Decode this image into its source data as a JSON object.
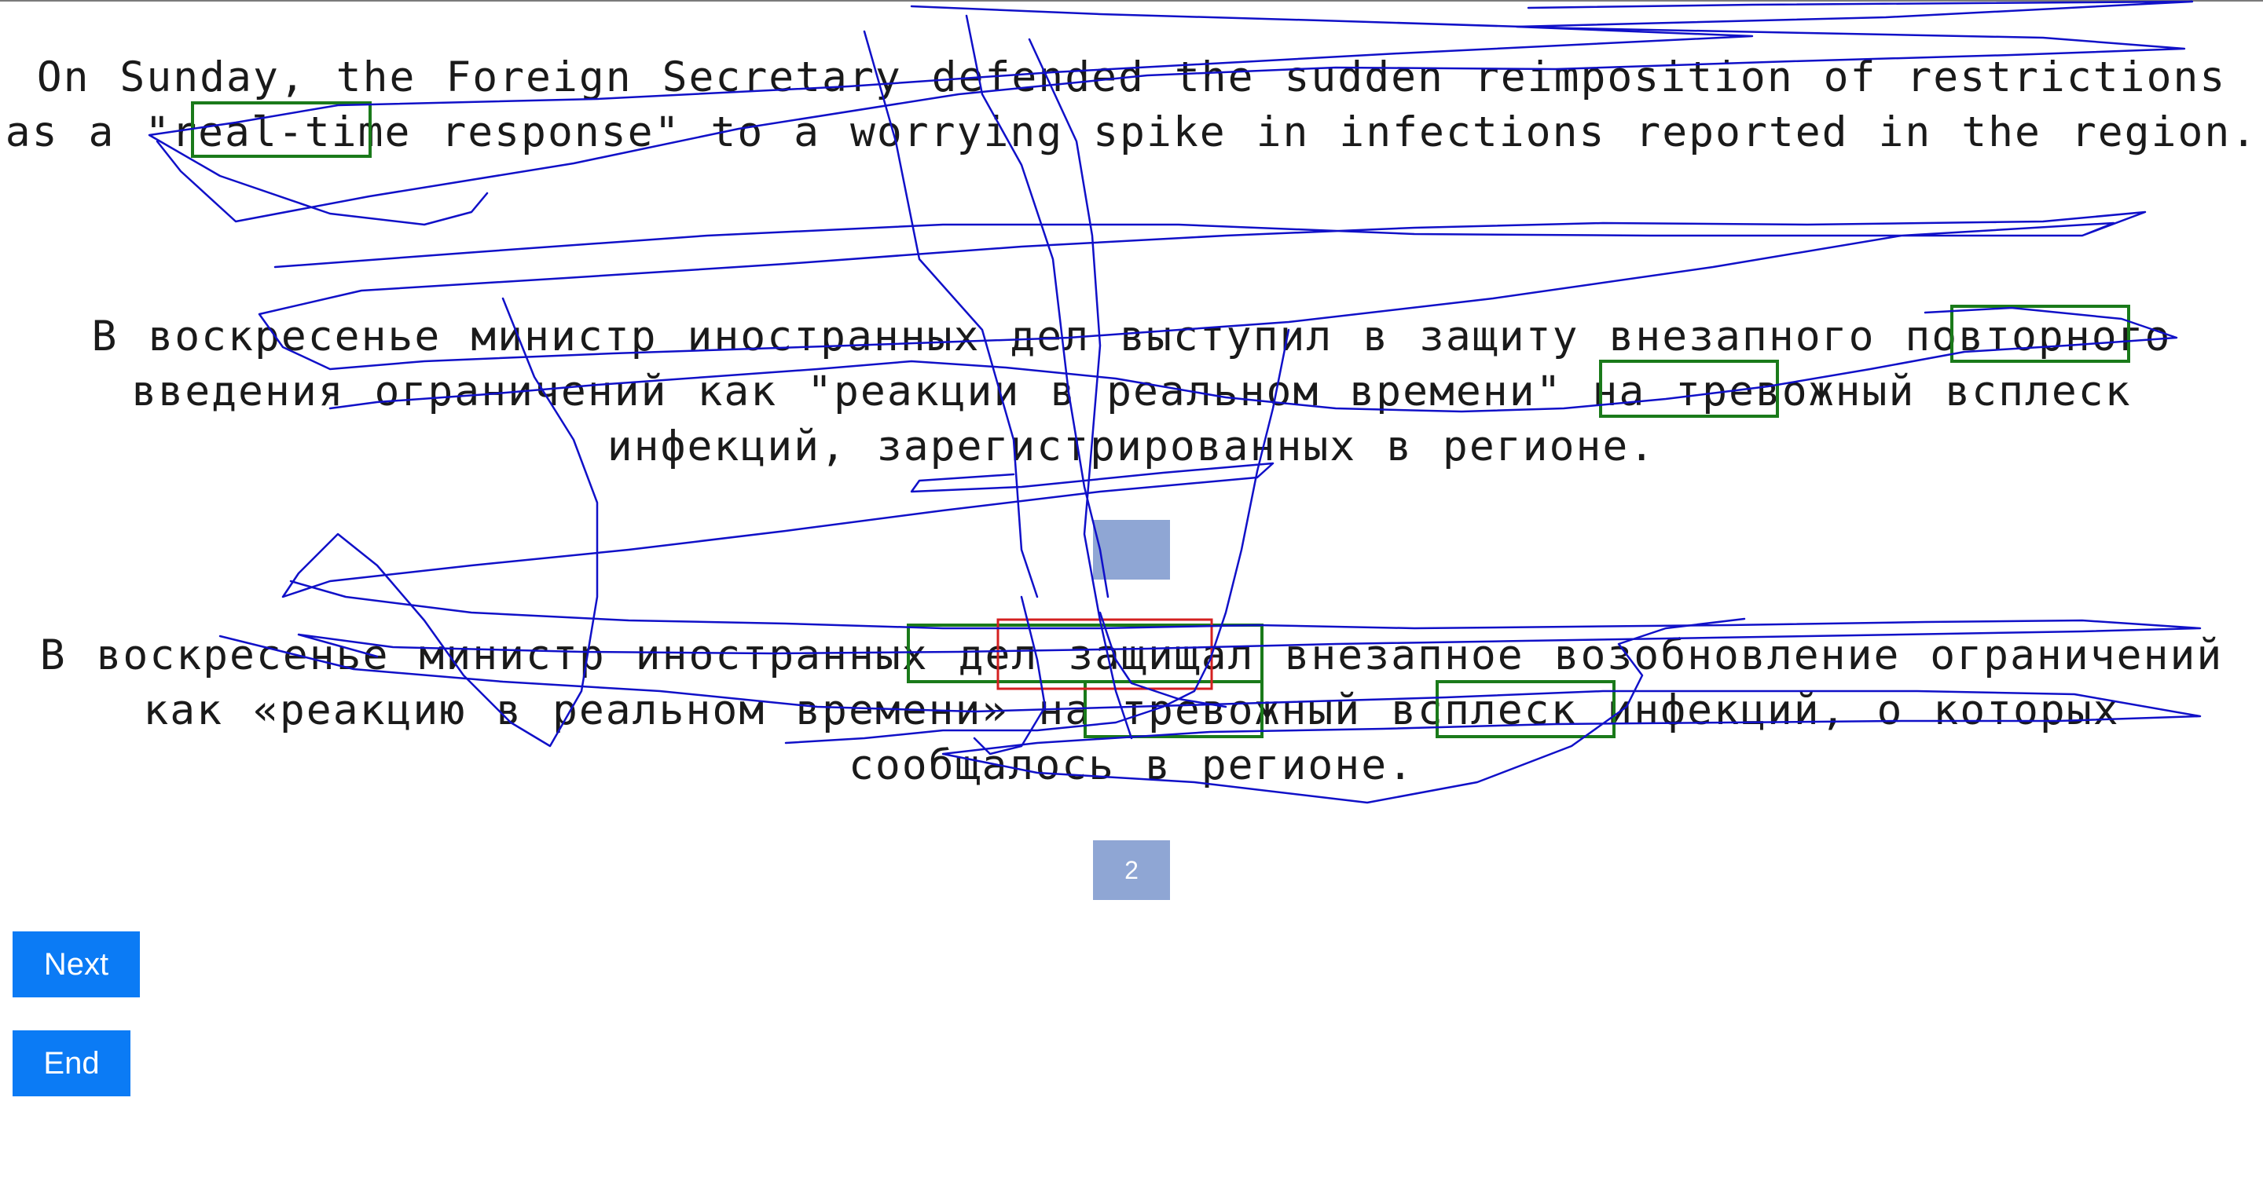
{
  "source": {
    "text": "On Sunday, the Foreign Secretary defended the sudden reimposition of restrictions as a \"real-time response\" to a worrying spike in infections reported in the region."
  },
  "machine_translation": {
    "text": "В воскресенье министр иностранных дел выступил в защиту внезапного повторного введения ограничений как \"реакции в реальном времени\" на тревожный всплеск инфекций, зарегистрированных в регионе."
  },
  "post_edit": {
    "text": "В воскресенье министр иностранных дел защищал внезапное возобновление ограничений как «реакцию в реальном времени» на тревожный всплеск инфекций, о которых сообщалось в регионе."
  },
  "ratings": {
    "first": "",
    "second": "2"
  },
  "buttons": {
    "next": "Next",
    "end": "End"
  },
  "highlights": {
    "match_color": "#1a7a1a",
    "mismatch_color": "#d42020",
    "gaze_color": "#1010c8"
  }
}
